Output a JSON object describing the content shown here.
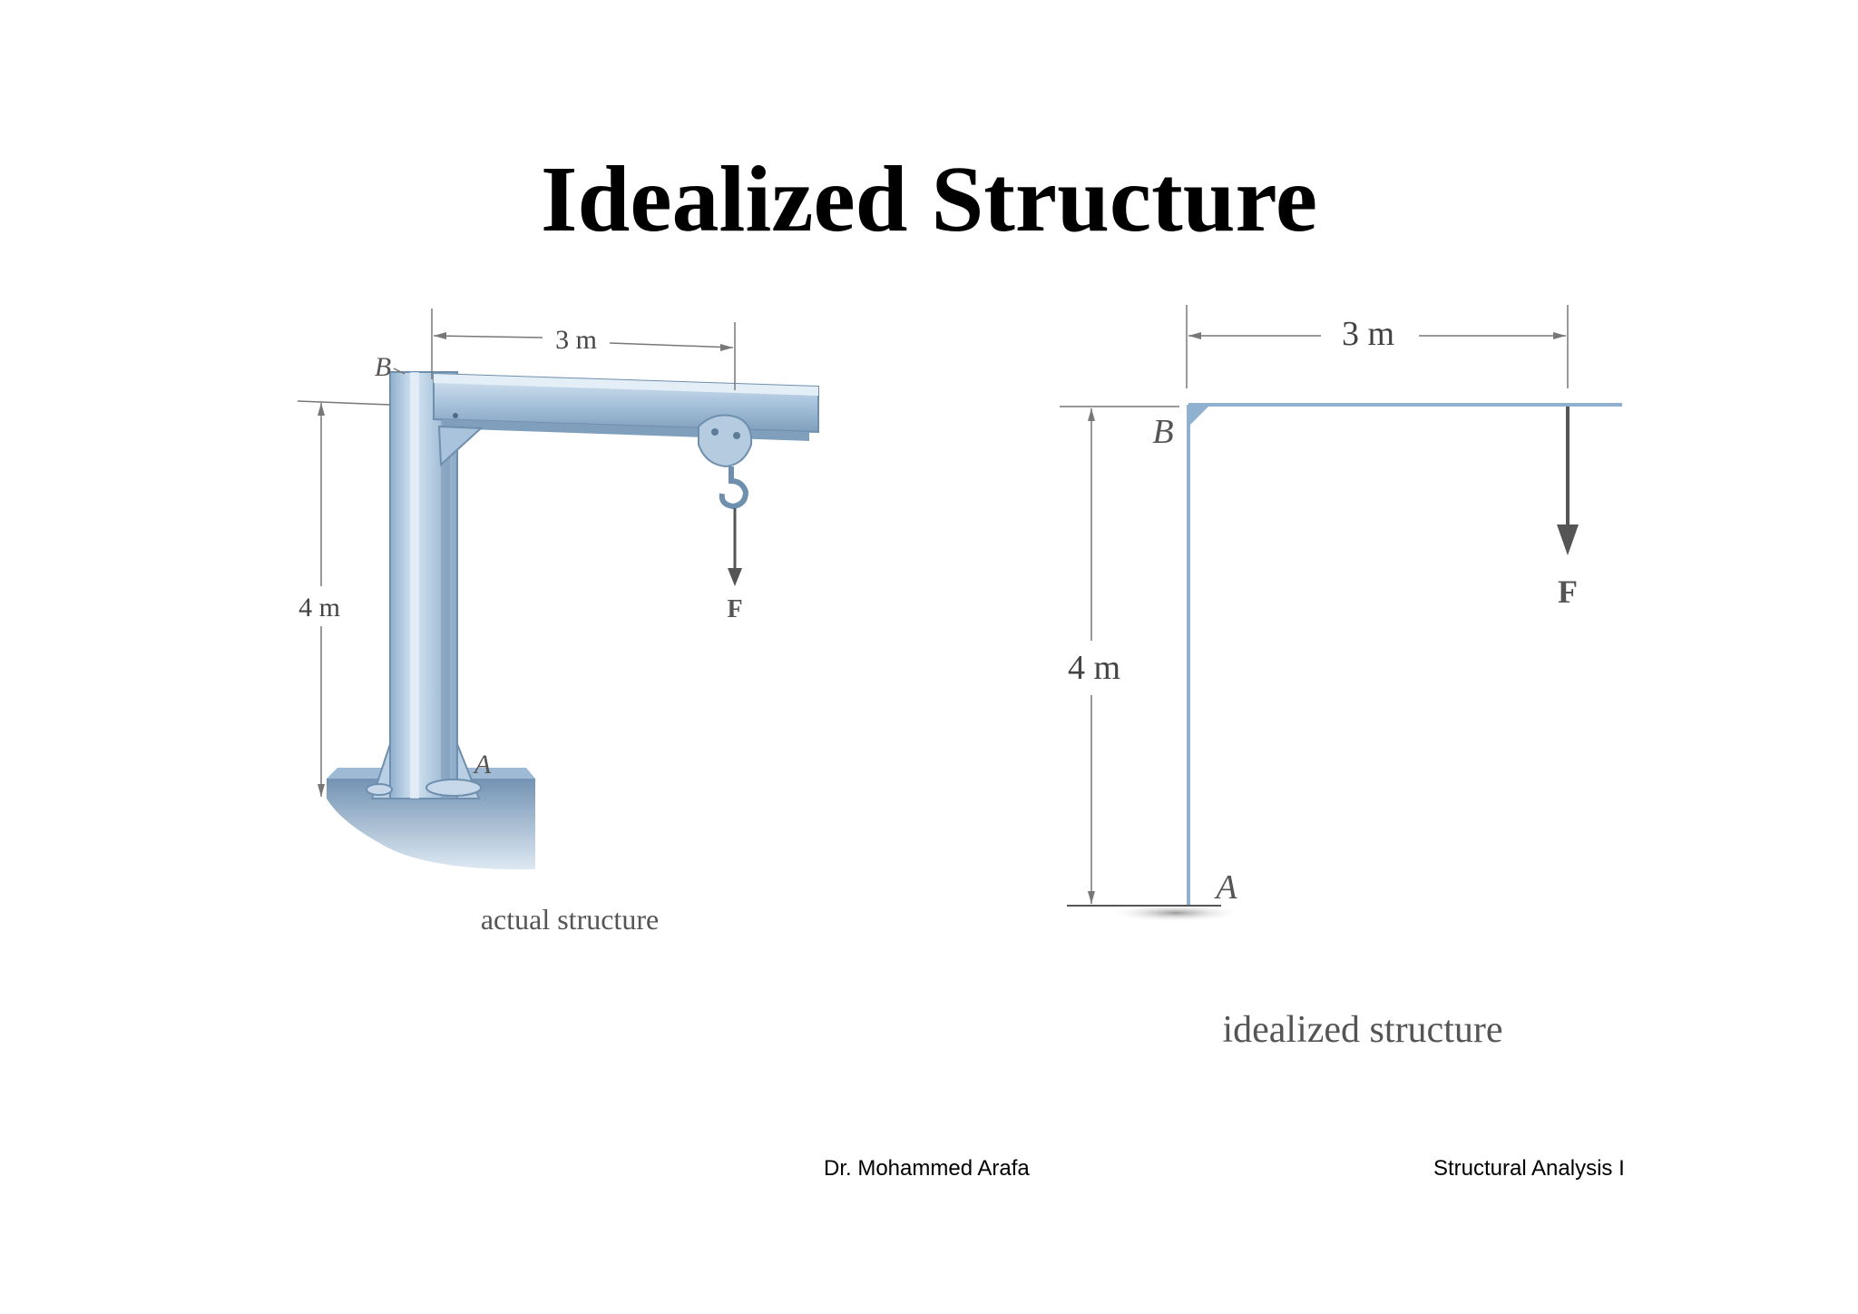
{
  "title": "Idealized Structure",
  "actual": {
    "dim_horizontal": "3 m",
    "dim_vertical": "4 m",
    "point_top": "B",
    "point_base": "A",
    "force": "F",
    "caption": "actual structure"
  },
  "idealized": {
    "dim_horizontal": "3 m",
    "dim_vertical": "4 m",
    "point_top": "B",
    "point_base": "A",
    "force": "F",
    "caption": "idealized structure"
  },
  "footer": {
    "author": "Dr. Mohammed Arafa",
    "course": "Structural Analysis I"
  },
  "colors": {
    "steel": "#a9c3dc",
    "steel_dark": "#7f9fbd",
    "member_line": "#8fb1cf",
    "dimension": "#666666",
    "force_arrow": "#555555"
  }
}
